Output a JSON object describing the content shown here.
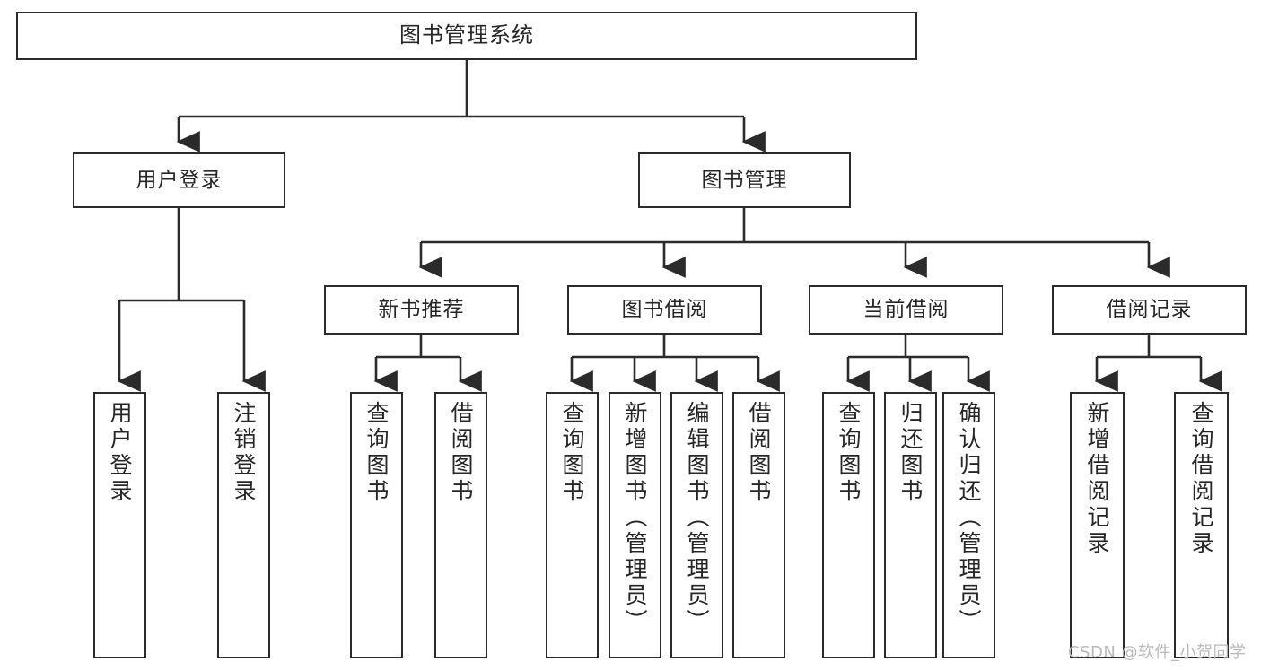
{
  "diagram": {
    "type": "tree-hierarchy",
    "title": "图书管理系统",
    "watermark": "CSDN @软件_小贺同学",
    "colors": {
      "box_border": "#2b2b2b",
      "box_fill": "#ffffff",
      "connector": "#2b2b2b",
      "text": "#262626",
      "watermark": "#b9b9b9",
      "background": "#ffffff"
    },
    "root": {
      "label": "图书管理系统"
    },
    "level2": [
      {
        "label": "用户登录"
      },
      {
        "label": "图书管理"
      }
    ],
    "level3": [
      {
        "label": "新书推荐"
      },
      {
        "label": "图书借阅"
      },
      {
        "label": "当前借阅"
      },
      {
        "label": "借阅记录"
      }
    ],
    "leaves": {
      "user_login": [
        {
          "label": "用户登录"
        },
        {
          "label": "注销登录"
        }
      ],
      "new_book_recommend": [
        {
          "label": "查询图书"
        },
        {
          "label": "借阅图书"
        }
      ],
      "book_borrow": [
        {
          "label": "查询图书"
        },
        {
          "label": "新增图书（管理员）"
        },
        {
          "label": "编辑图书（管理员）"
        },
        {
          "label": "借阅图书"
        }
      ],
      "current_borrow": [
        {
          "label": "查询图书"
        },
        {
          "label": "归还图书"
        },
        {
          "label": "确认归还（管理员）"
        }
      ],
      "borrow_record": [
        {
          "label": "新增借阅记录"
        },
        {
          "label": "查询借阅记录"
        }
      ]
    }
  }
}
